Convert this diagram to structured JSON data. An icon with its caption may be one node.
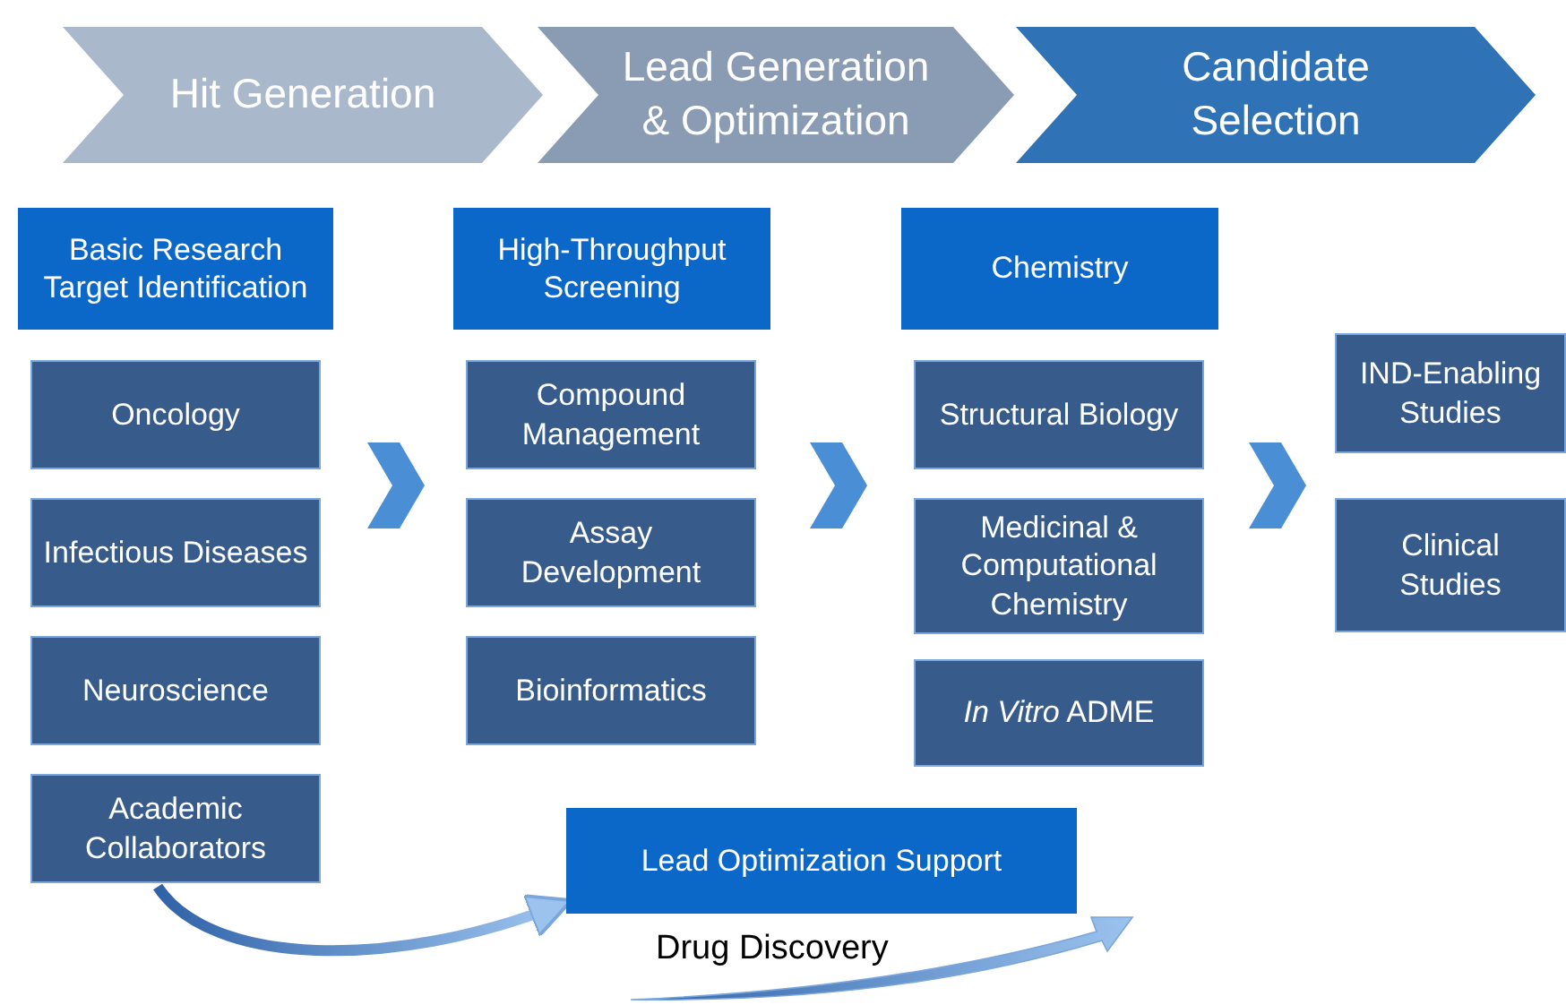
{
  "diagram": {
    "nodes": [
      {
        "text": [
          "Hit Generation"
        ]
      },
      {
        "text": [
          "Lead Generation & Optimization"
        ]
      },
      {
        "text": [
          "Candidate Selection"
        ]
      },
      {
        "text": [
          "Basic Research Target Identification"
        ]
      },
      {
        "text": [
          "Oncology"
        ]
      },
      {
        "text": [
          "Infectious Diseases"
        ]
      },
      {
        "text": [
          "Neuroscience"
        ]
      },
      {
        "text": [
          "Academic Collaborators"
        ]
      },
      {
        "text": [
          "High-Throughput Screening"
        ]
      },
      {
        "text": [
          "Compound Management"
        ]
      },
      {
        "text": [
          "Assay Development"
        ]
      },
      {
        "text": [
          "Bioinformatics"
        ]
      },
      {
        "text": [
          "Chemistry"
        ]
      },
      {
        "text": [
          "Structural Biology"
        ]
      },
      {
        "text": [
          "Medicinal & Computational Chemistry"
        ]
      },
      {
        "text": [
          "*In Vitro* ADME"
        ]
      },
      {
        "text": [
          "IND-Enabling Studies"
        ]
      },
      {
        "text": [
          "Clinical Studies"
        ]
      },
      {
        "text": [
          "Lead Optimization Support"
        ]
      }
    ],
    "edges": [
      {
        "from": 7,
        "to": 18,
        "arrow": "to"
      }
    ],
    "labels": [
      "Drug Discovery"
    ]
  }
}
